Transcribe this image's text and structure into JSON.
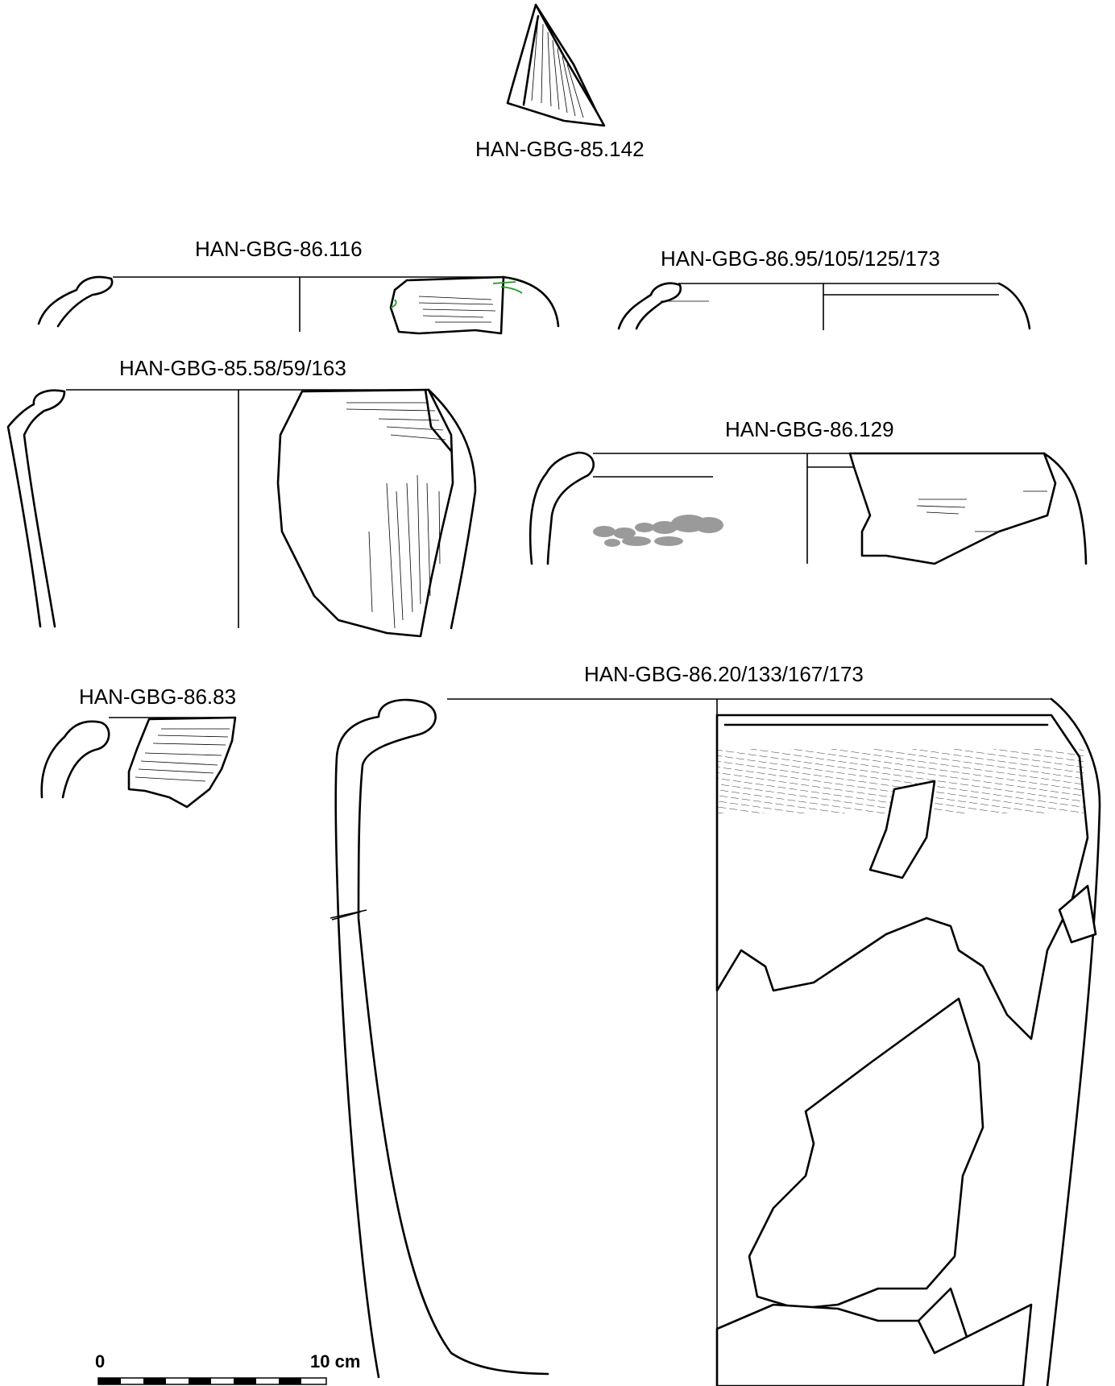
{
  "labels": {
    "p1": "HAN-GBG-85.142",
    "p2": "HAN-GBG-86.116",
    "p3": "HAN-GBG-86.95/105/125/173",
    "p4": "HAN-GBG-85.58/59/163",
    "p5": "HAN-GBG-86.129",
    "p6": "HAN-GBG-86.83",
    "p7": "HAN-GBG-86.20/133/167/173"
  },
  "scale": {
    "start": "0",
    "end": "10 cm"
  },
  "colors": {
    "line": "#000000",
    "residue": "#9a9a9a",
    "repair": "#1f9e1f"
  }
}
